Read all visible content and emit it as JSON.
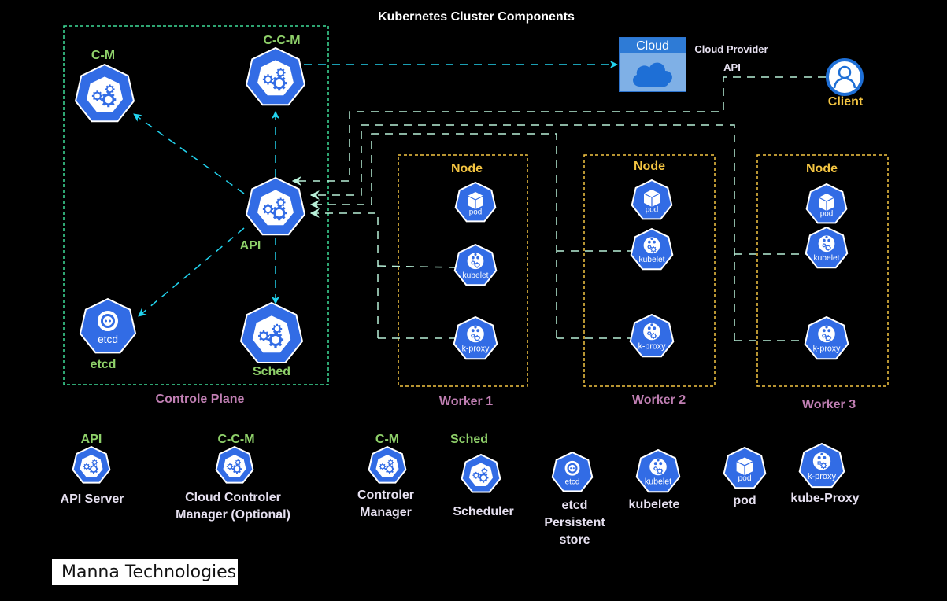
{
  "title": "Kubernetes Cluster Components",
  "colors": {
    "background": "#000000",
    "k8s_blue": "#326ce5",
    "control_plane_border": "#3ddc97",
    "node_border": "#f4c542",
    "arrow_cyan": "#22d3ee",
    "connector_mint": "#b8f0d8",
    "label_green": "#8fd16a",
    "label_yellow": "#f4c542",
    "label_purple": "#c07fb3"
  },
  "control_plane": {
    "label": "Controle Plane",
    "components": {
      "cm": {
        "label": "C-M",
        "icon": "gears-icon"
      },
      "ccm": {
        "label": "C-C-M",
        "icon": "gears-icon"
      },
      "api": {
        "label": "API",
        "icon": "gears-icon"
      },
      "etcd": {
        "label": "etcd",
        "icon_text": "etcd",
        "icon": "etcd-icon"
      },
      "sched": {
        "label": "Sched",
        "icon": "gears-icon"
      }
    }
  },
  "cloud": {
    "header": "Cloud",
    "label_line1": "Cloud Provider",
    "label_line2": "API"
  },
  "client": {
    "label": "Client",
    "icon": "user-icon"
  },
  "workers": [
    {
      "name": "Worker 1",
      "node_label": "Node",
      "pod": "pod",
      "kubelet": "kubelet",
      "proxy": "k-proxy"
    },
    {
      "name": "Worker 2",
      "node_label": "Node",
      "pod": "pod",
      "kubelet": "kubelet",
      "proxy": "k-proxy"
    },
    {
      "name": "Worker 3",
      "node_label": "Node",
      "pod": "pod",
      "kubelet": "kubelet",
      "proxy": "k-proxy"
    }
  ],
  "legend": [
    {
      "abbr": "API",
      "desc": [
        "API Server"
      ],
      "icon": "gears-icon"
    },
    {
      "abbr": "C-C-M",
      "desc": [
        "Cloud Controler",
        "Manager (Optional)"
      ],
      "icon": "gears-icon"
    },
    {
      "abbr": "C-M",
      "desc": [
        "Controler",
        "Manager"
      ],
      "icon": "gears-icon"
    },
    {
      "abbr": "Sched",
      "desc": [
        "Scheduler"
      ],
      "icon": "gears-icon"
    },
    {
      "abbr": "",
      "desc": [
        "etcd",
        "Persistent",
        "store"
      ],
      "icon": "etcd-icon",
      "icon_text": "etcd"
    },
    {
      "abbr": "",
      "desc": [
        "kubelete"
      ],
      "icon": "kubelet-icon",
      "icon_text": "kubelet"
    },
    {
      "abbr": "",
      "desc": [
        "pod"
      ],
      "icon": "pod-icon",
      "icon_text": "pod"
    },
    {
      "abbr": "",
      "desc": [
        "kube-Proxy"
      ],
      "icon": "proxy-icon",
      "icon_text": "k-proxy"
    }
  ],
  "brand": "Manna Technologies"
}
